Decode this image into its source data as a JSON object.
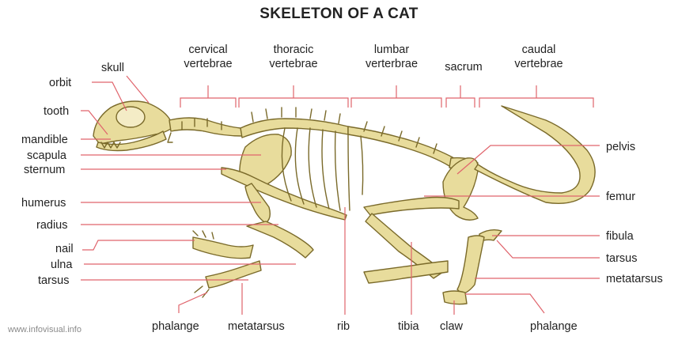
{
  "title": "SKELETON OF A CAT",
  "credit": "www.infovisual.info",
  "labels": {
    "skull": "skull",
    "cervical": [
      "cervical",
      "vertebrae"
    ],
    "thoracic": [
      "thoracic",
      "vertebrae"
    ],
    "lumbar": [
      "lumbar",
      "verterbrae"
    ],
    "sacrum": "sacrum",
    "caudal": [
      "caudal",
      "vertebrae"
    ],
    "orbit": "orbit",
    "tooth": "tooth",
    "mandible": "mandible",
    "scapula": "scapula",
    "sternum": "sternum",
    "humerus": "humerus",
    "radius": "radius",
    "nail": "nail",
    "ulna": "ulna",
    "tarsus_left": "tarsus",
    "phalange_left": "phalange",
    "metatarsus_bottom": "metatarsus",
    "rib": "rib",
    "tibia": "tibia",
    "claw": "claw",
    "phalange_right": "phalange",
    "pelvis": "pelvis",
    "femur": "femur",
    "fibula": "fibula",
    "tarsus_right": "tarsus",
    "metatarsus_right": "metatarsus"
  },
  "colors": {
    "leader_line": "#e0646c",
    "bone_fill": "#e8dc9c",
    "bone_stroke": "#7a6a2a",
    "text": "#222222"
  }
}
